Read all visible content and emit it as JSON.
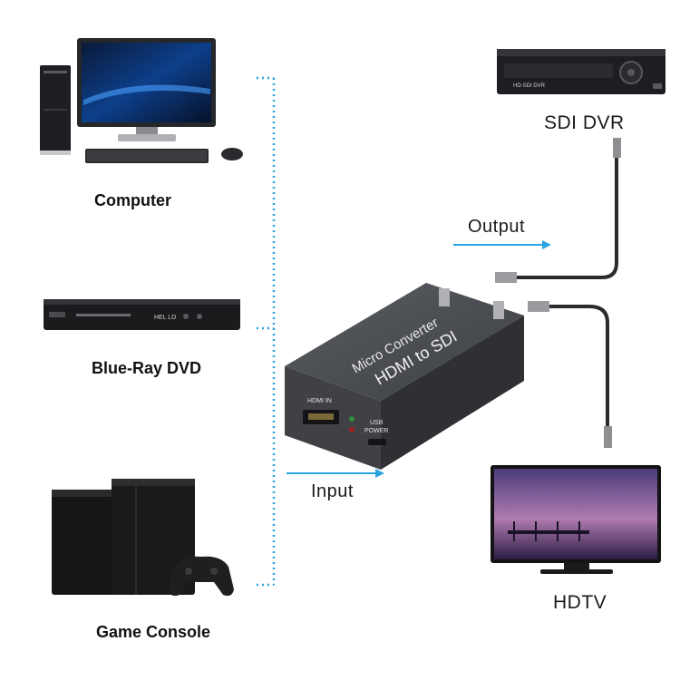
{
  "devices": {
    "computer": "Computer",
    "bluray": "Blue-Ray DVD",
    "console": "Game Console",
    "dvr": "SDI DVR",
    "tv": "HDTV"
  },
  "flow": {
    "output": "Output",
    "input": "Input"
  },
  "converter": {
    "line1": "Micro Converter",
    "line2": "HDMI to SDI",
    "hdmi_port": "HDMI IN",
    "usb_line1": "USB",
    "usb_line2": "POWER"
  },
  "dvr_panel": "HD-SDI DVR",
  "bluray_panel": "HEL LD",
  "colors": {
    "connector": "#2aa3e0",
    "device_dark": "#1c1c1c",
    "converter_body": "#4a4c50"
  }
}
